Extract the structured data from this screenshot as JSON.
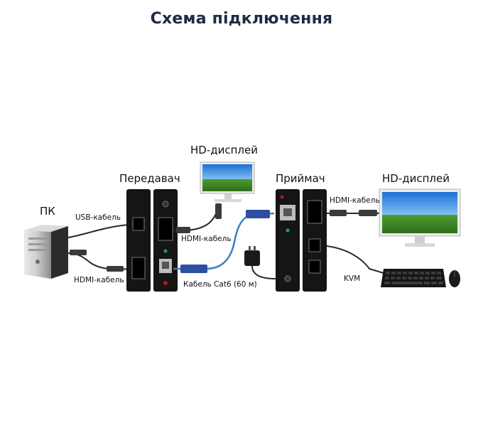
{
  "title": "Схема підключення",
  "labels": {
    "pc": "ПК",
    "usb_cable": "USB-кабель",
    "hdmi_cable_left": "HDMI-кабель",
    "transmitter": "Передавач",
    "hd_display_top": "HD-дисплей",
    "hdmi_cable_mid": "HDMI-кабель",
    "cat6_cable": "Кабель Cat6 (60 м)",
    "receiver": "Приймач",
    "hd_display_right": "HD-дисплей",
    "hdmi_cable_right": "HDMI-кабель",
    "kvm": "KVM"
  },
  "colors": {
    "title": "#1f2a44",
    "device": "#151515",
    "cat6": "#3b7fc4",
    "cable": "#2a2a2a"
  }
}
